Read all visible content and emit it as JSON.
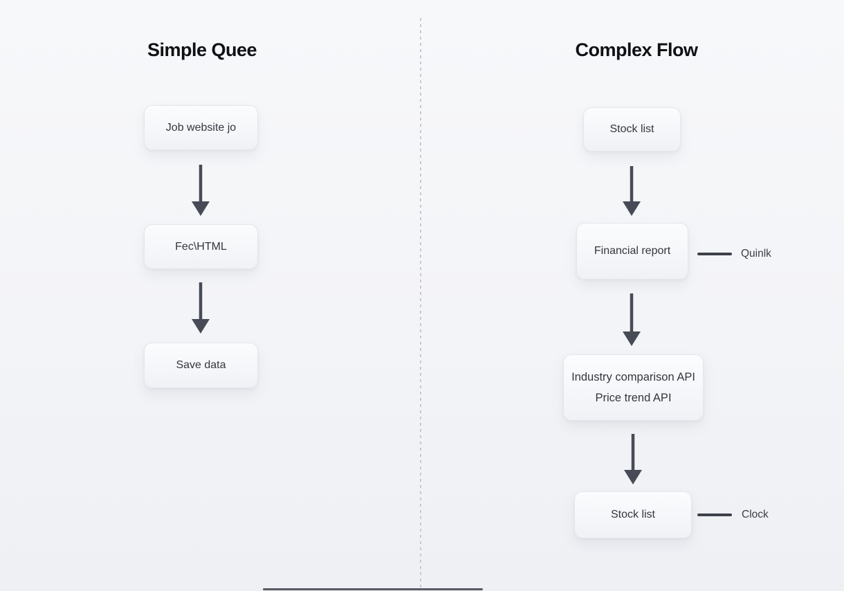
{
  "colors": {
    "background_top": "#f7f8fa",
    "background_bottom": "#eef0f4",
    "node_fill": "#f7f8fb",
    "node_border": "#e4e6ec",
    "arrow": "#474b56",
    "divider": "#c6c9d0",
    "title_text": "#101114",
    "node_text": "#33363d",
    "annotation_text": "#3a3e46"
  },
  "left_panel": {
    "title": "Simple Quee",
    "nodes": [
      {
        "label": "Job website jo"
      },
      {
        "label": "Fec\\HTML"
      },
      {
        "label": "Save data"
      }
    ]
  },
  "right_panel": {
    "title": "Complex Flow",
    "nodes": [
      {
        "label": "Stock list"
      },
      {
        "label": "Financial report",
        "annotation": "Quinlk"
      },
      {
        "line1": "Industry comparison API",
        "line2": "Price trend API"
      },
      {
        "label": "Stock list",
        "annotation": "Clock"
      }
    ]
  }
}
